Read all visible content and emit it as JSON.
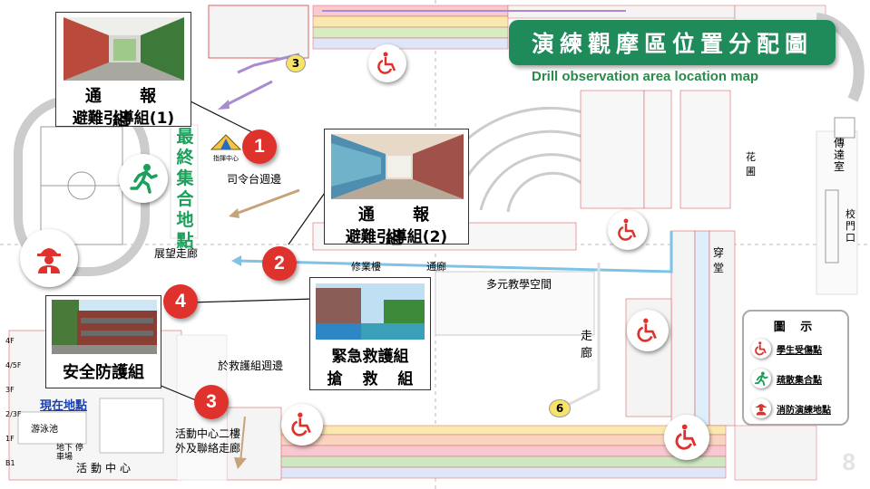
{
  "title": "演練觀摩區位置分配圖",
  "subtitle": "Drill observation area location map",
  "page_number": "8",
  "current_location": "現在地點",
  "cards": [
    {
      "number": "1",
      "line1": "通 報 組",
      "line2": "避難引導組(1)",
      "area_label": "司令台週邊"
    },
    {
      "number": "2",
      "line1": "通 報 組",
      "line2": "避難引導組(2)",
      "area_label": "展望走廊"
    },
    {
      "number": "3",
      "line1": "安全防護組",
      "line2": "",
      "area_label_1": "活動中心二樓",
      "area_label_2": "外及聯絡走廊"
    },
    {
      "number": "4",
      "line1": "緊急救護組",
      "line2": "搶 救 組",
      "area_label": "於救護組週邊"
    }
  ],
  "legend": {
    "title": "圖 示",
    "items": [
      {
        "icon": "wheelchair-icon",
        "label": "學生受傷點"
      },
      {
        "icon": "running-person-icon",
        "label": "疏散集合點"
      },
      {
        "icon": "firefighter-icon",
        "label": "消防演練地點"
      }
    ]
  },
  "map_labels": {
    "assembly_vertical": "最終集合地點",
    "command_center": "指揮中心",
    "multi_space": "多元教學空間",
    "corridor": "走 廊",
    "corridor_through": "穿 堂",
    "activity_center": "活動中心",
    "guard_room": "傳達室",
    "school_gate": "校門口",
    "garden": "花 圃",
    "pond_left": "游泳池",
    "basement": "地下 停車場",
    "route_3": "3",
    "route_6": "6",
    "building_xiu": "修業樓",
    "building_tong": "通廊",
    "floor_labels": [
      "4F",
      "4/5F",
      "3F",
      "2/3F",
      "1F",
      "B1"
    ]
  },
  "colors": {
    "title_bg": "#1f8a5a",
    "number_red": "#e0322d",
    "route_purple": "#a98bd0",
    "route_blue": "#7ec3e6",
    "route_tan": "#c8a27a",
    "assembly_green": "#1aa05a"
  }
}
